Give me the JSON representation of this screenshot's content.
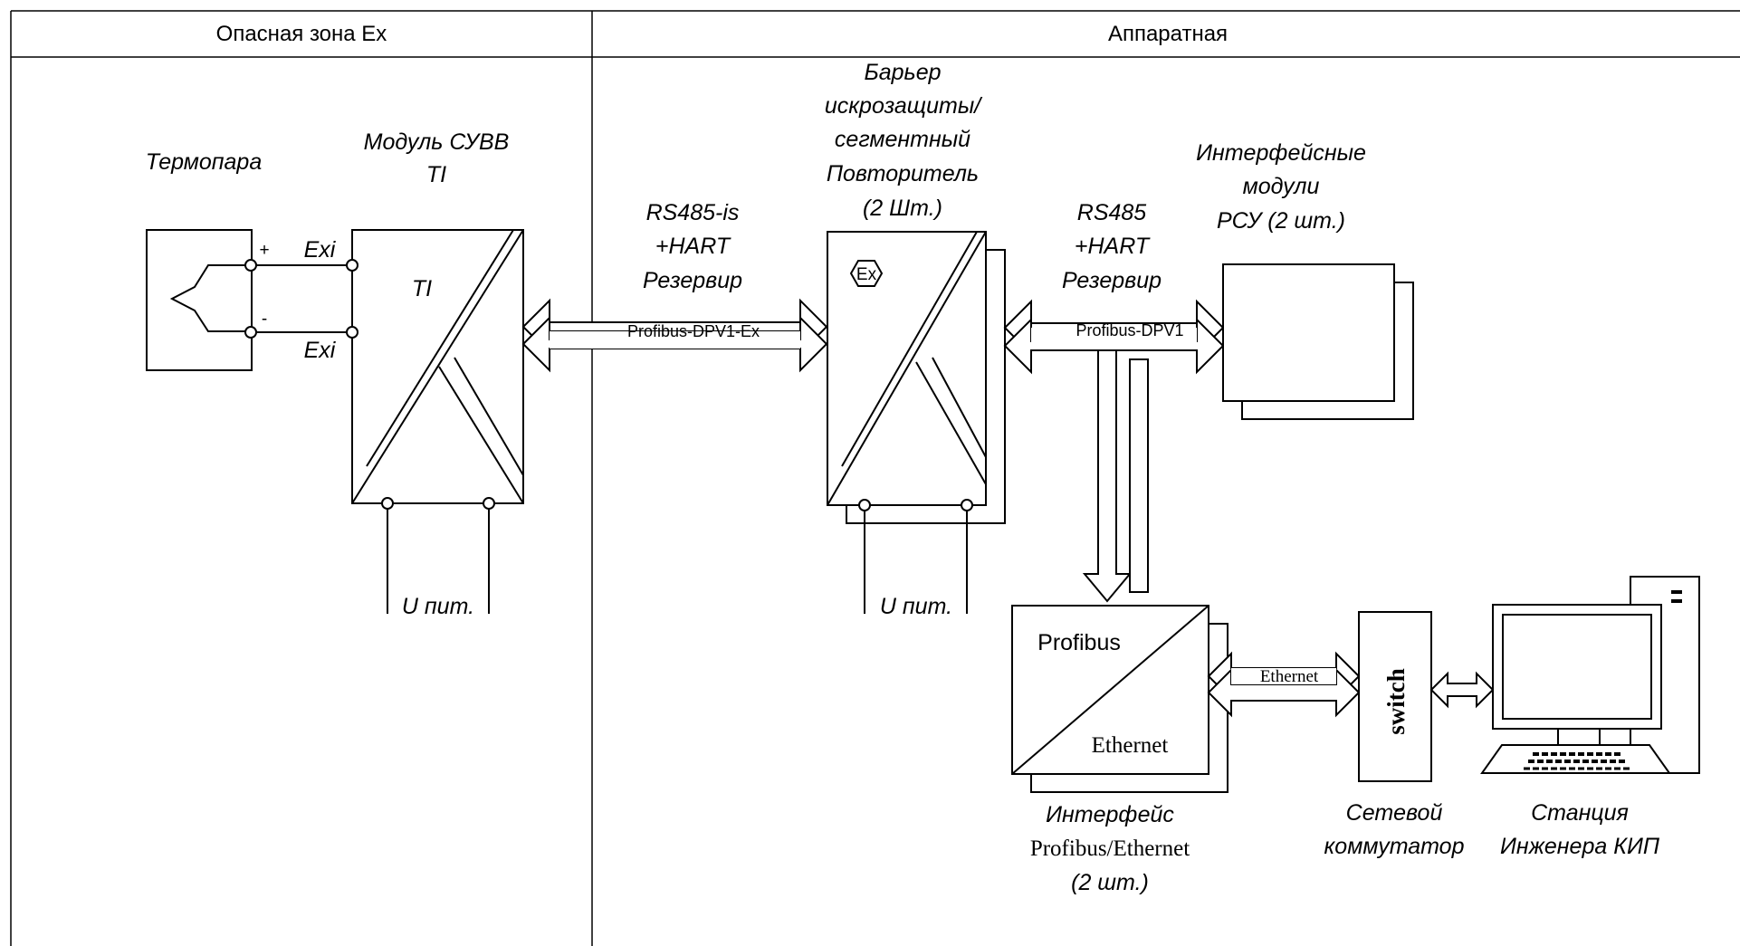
{
  "header": {
    "zone_hazard": "Опасная зона Ex",
    "zone_hardware": "Аппаратная"
  },
  "thermocouple": {
    "title": "Термопара",
    "plus": "+",
    "minus": "-"
  },
  "module": {
    "title_line1": "Модуль СУВВ",
    "title_line2": "TI",
    "inner": "TI",
    "exi_top": "Exi",
    "exi_bottom": "Exi",
    "power": "U пит."
  },
  "link1": {
    "line1": "RS485-is",
    "line2": "+HART",
    "line3": "Резервир",
    "bus": "Profibus-DPV1-Ex"
  },
  "barrier": {
    "line1": "Барьер",
    "line2": "искрозащиты/",
    "line3": "сегментный",
    "line4": "Повторитель",
    "line5": "(2 Шт.)",
    "ex_mark": "Ex",
    "power": "U пит."
  },
  "link2": {
    "line1": "RS485",
    "line2": "+HART",
    "line3": "Резервир",
    "bus": "Profibus-DPV1"
  },
  "interface_modules": {
    "line1": "Интерфейсные",
    "line2": "модули",
    "line3": "РСУ (2 шт.)"
  },
  "gateway": {
    "top": "Profibus",
    "bottom": "Ethernet",
    "line1": "Интерфейс",
    "line2": "Profibus/Ethernet",
    "line3": "(2 шт.)"
  },
  "ethernet_link": {
    "label": "Ethernet"
  },
  "switch": {
    "label": "switch",
    "line1": "Сетевой",
    "line2": "коммутатор"
  },
  "station": {
    "line1": "Станция",
    "line2": "Инженера КИП"
  }
}
